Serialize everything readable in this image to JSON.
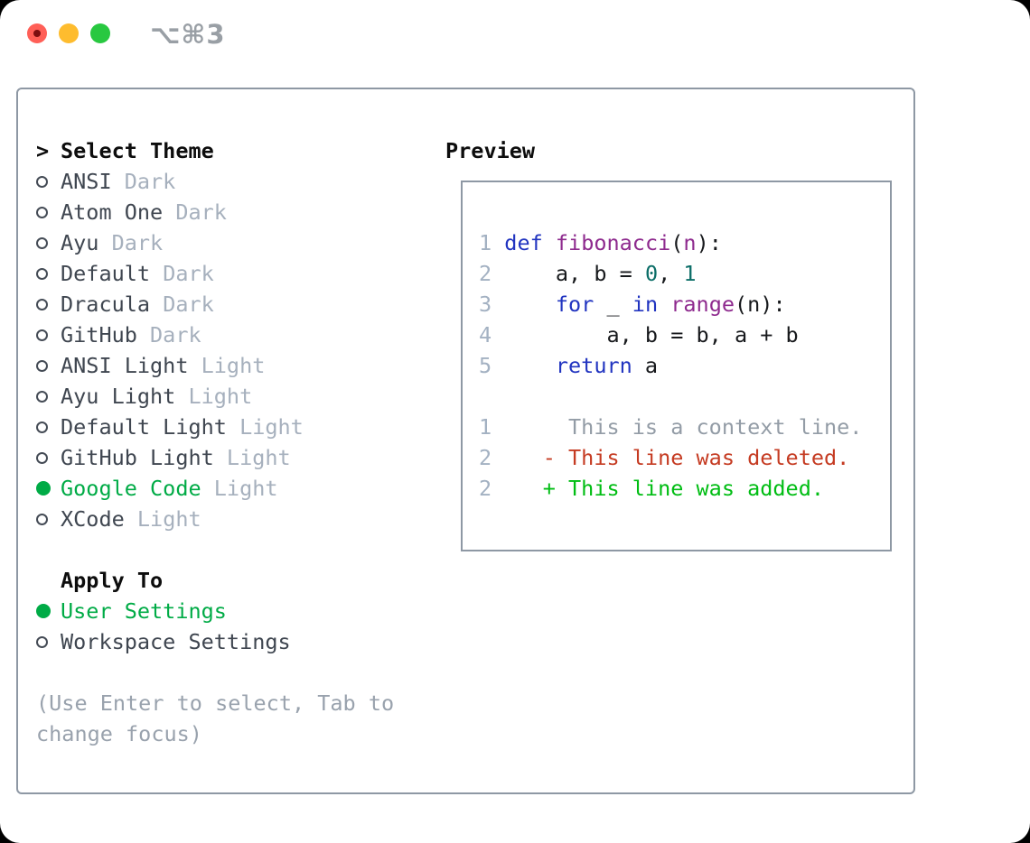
{
  "titlebar": {
    "title": "⌥⌘3",
    "traffic_lights": [
      {
        "name": "close-light",
        "color": "#ff5f57"
      },
      {
        "name": "minimize-light",
        "color": "#febc2e"
      },
      {
        "name": "zoom-light",
        "color": "#28c840"
      }
    ]
  },
  "theme_panel": {
    "marker": ">",
    "title": "Select Theme",
    "items": [
      {
        "name": "ANSI",
        "variant": "Dark",
        "selected": false
      },
      {
        "name": "Atom One",
        "variant": "Dark",
        "selected": false
      },
      {
        "name": "Ayu",
        "variant": "Dark",
        "selected": false
      },
      {
        "name": "Default",
        "variant": "Dark",
        "selected": false
      },
      {
        "name": "Dracula",
        "variant": "Dark",
        "selected": false
      },
      {
        "name": "GitHub",
        "variant": "Dark",
        "selected": false
      },
      {
        "name": "ANSI Light",
        "variant": "Light",
        "selected": false
      },
      {
        "name": "Ayu Light",
        "variant": "Light",
        "selected": false
      },
      {
        "name": "Default Light",
        "variant": "Light",
        "selected": false
      },
      {
        "name": "GitHub Light",
        "variant": "Light",
        "selected": false
      },
      {
        "name": "Google Code",
        "variant": "Light",
        "selected": true
      },
      {
        "name": "XCode",
        "variant": "Light",
        "selected": false
      }
    ]
  },
  "apply_to": {
    "header": "Apply To",
    "options": [
      {
        "label": "User Settings",
        "selected": true
      },
      {
        "label": "Workspace Settings",
        "selected": false
      }
    ]
  },
  "hint": {
    "text": "(Use Enter to select, Tab to change focus)"
  },
  "preview": {
    "header": "Preview",
    "lines": [
      [
        {
          "t": "1 ",
          "c": "ln"
        },
        {
          "t": "def",
          "c": "kw"
        },
        {
          "t": " ",
          "c": "pl"
        },
        {
          "t": "fibonacci",
          "c": "fn"
        },
        {
          "t": "(",
          "c": "pl"
        },
        {
          "t": "n",
          "c": "pm"
        },
        {
          "t": "):",
          "c": "pl"
        }
      ],
      [
        {
          "t": "2 ",
          "c": "ln"
        },
        {
          "t": "    a, b = ",
          "c": "pl"
        },
        {
          "t": "0",
          "c": "nm"
        },
        {
          "t": ", ",
          "c": "pl"
        },
        {
          "t": "1",
          "c": "nm"
        }
      ],
      [
        {
          "t": "3 ",
          "c": "ln"
        },
        {
          "t": "    ",
          "c": "pl"
        },
        {
          "t": "for",
          "c": "kw"
        },
        {
          "t": " _ ",
          "c": "pl"
        },
        {
          "t": "in",
          "c": "kw"
        },
        {
          "t": " ",
          "c": "pl"
        },
        {
          "t": "range",
          "c": "fn"
        },
        {
          "t": "(n):",
          "c": "pl"
        }
      ],
      [
        {
          "t": "4 ",
          "c": "ln"
        },
        {
          "t": "        a, b = b, a + b",
          "c": "pl"
        }
      ],
      [
        {
          "t": "5 ",
          "c": "ln"
        },
        {
          "t": "    ",
          "c": "pl"
        },
        {
          "t": "return",
          "c": "kw"
        },
        {
          "t": " a",
          "c": "pl"
        }
      ],
      [],
      [
        {
          "t": "1 ",
          "c": "ln"
        },
        {
          "t": "     This is a context line.",
          "c": "ctx"
        }
      ],
      [
        {
          "t": "2 ",
          "c": "ln"
        },
        {
          "t": "   - This line was deleted.",
          "c": "del"
        }
      ],
      [
        {
          "t": "2 ",
          "c": "ln"
        },
        {
          "t": "   + This line was added.",
          "c": "add"
        }
      ]
    ]
  },
  "colors": {
    "ln": "#a3b1c2",
    "kw": "#2134c0",
    "fn": "#8e2a8e",
    "pm": "#8e2a8e",
    "nm": "#0c6e68",
    "pl": "#17191c",
    "ctx": "#939ca6",
    "del": "#c53b22",
    "add": "#00bd13",
    "selected_green": "#00ab46",
    "border_gray": "#8e98a4",
    "variant_gray": "#a6b0bd",
    "hint_gray": "#99a2ad"
  }
}
